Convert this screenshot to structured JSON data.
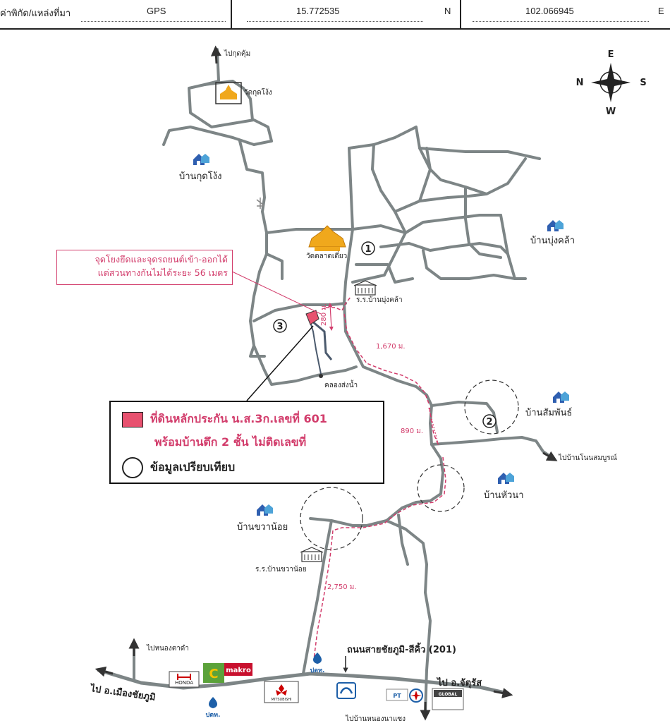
{
  "header": {
    "label": "ค่าพิกัด/แหล่งที่มา",
    "source": "GPS",
    "lat": "15.772535",
    "lat_dir": "N",
    "lon": "102.066945",
    "lon_dir": "E"
  },
  "compass": {
    "top": "E",
    "left": "N",
    "right": "S",
    "bottom": "W"
  },
  "places": {
    "to_kud_khum": "ไปกุดคุ้ม",
    "wat_kud_chong": "วัดกุดโง้ง",
    "ban_kud_chong": "บ้านกุดโง้ง",
    "wat_talat_diao": "วัดตลาดเดี่ยว",
    "ban_bung_khla": "บ้านบุ่งคล้า",
    "school_bung_khla": "ร.ร.บ้านบุ่งคล้า",
    "khlong_song_nam": "คลองส่งน้ำ",
    "ban_somphan": "บ้านสัมพันธ์",
    "to_non_somboon": "ไปบ้านโนนสมบูรณ์",
    "ban_hua_na": "บ้านหัวนา",
    "ban_khwa_noi": "บ้านขวาน้อย",
    "school_khwa_noi": "ร.ร.บ้านขวาน้อย",
    "to_nong_ta_kham": "ไปหนองตาดำ",
    "road_name": "ถนนสายชัยภูมิ-สีคิ้ว (201)",
    "to_mueang": "ไป อ.เมืองชัยภูมิ",
    "to_chatturat": "ไป อ.จัตุรัส",
    "to_nong_na_saeng": "ไปบ้านหนองนาแซง"
  },
  "markers": {
    "m1": "1",
    "m2": "2",
    "m3": "3"
  },
  "distances": {
    "d280": "280 ม.",
    "d1670": "1,670 ม.",
    "d890": "890 ม.",
    "d2750": "2,750 ม."
  },
  "note": {
    "line1": "จุดโยงยึดและจุดรถยนต์เข้า-ออกได้",
    "line2": "แต่สวนทางกันไม่ได้ระยะ 56 เมตร"
  },
  "legend": {
    "line1": "ที่ดินหลักประกัน น.ส.3ก.เลขที่ 601",
    "line2": "พร้อมบ้านตึก 2 ชั้น ไม่ติดเลขที่",
    "line3": "ข้อมูลเปรียบเทียบ"
  },
  "logos": {
    "honda": "HONDA",
    "makro": "makro",
    "ptt": "ปตท.",
    "mitsubishi": "MITSUBISHI",
    "pt": "PT",
    "global": "GLOBAL"
  },
  "colors": {
    "road": "#7d8586",
    "route": "#d23c6b",
    "plot": "#e8516f",
    "house": "#2f5fb0"
  }
}
